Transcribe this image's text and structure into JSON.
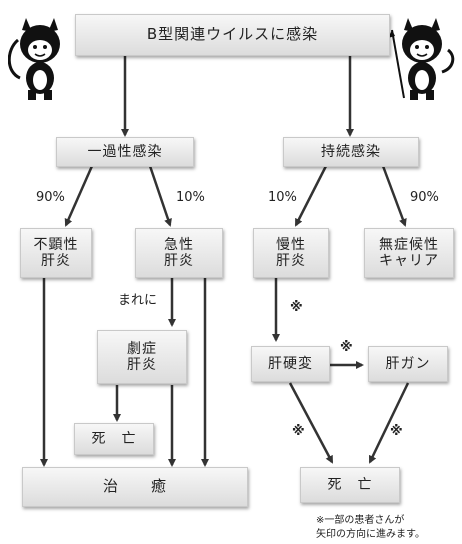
{
  "top": "B型関連ウイルスに感染",
  "transient": "一過性感染",
  "persistent": "持続感染",
  "branch_left_pct": "90%",
  "branch_mid_pct": "10%",
  "branch_right1_pct": "10%",
  "branch_right2_pct": "90%",
  "subclinical": "不顕性\n肝炎",
  "acute": "急性\n肝炎",
  "chronic": "慢性\n肝炎",
  "asymptomatic": "無症候性\nキャリア",
  "rarely": "まれに",
  "fulminant": "劇症\n肝炎",
  "cirrhosis": "肝硬変",
  "cancer": "肝ガン",
  "death_left": "死　亡",
  "death_right": "死　亡",
  "cure": "治　　癒",
  "mark": "※",
  "footnote": "※一部の患者さんが\n矢印の方向に進みます。"
}
